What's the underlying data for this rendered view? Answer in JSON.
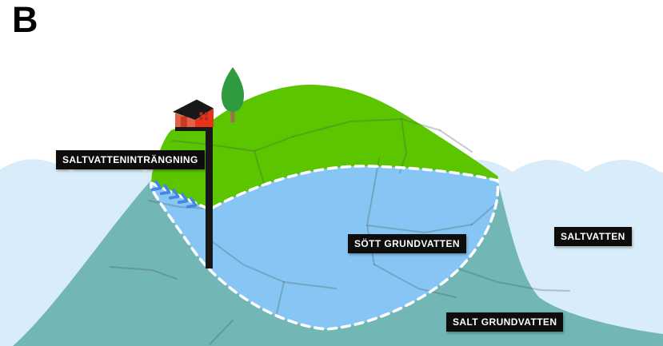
{
  "figure": {
    "panel_letter": "B",
    "labels": {
      "intrusion": "SALTVATTENINTRÄNGNING",
      "fresh_groundwater": "SÖTT GRUNDVATTEN",
      "saltwater": "SALTVATTEN",
      "salt_groundwater": "SALT GRUNDVATTEN"
    },
    "scene_elements": [
      "island-hill",
      "house-icon",
      "tree-icon",
      "well-icon",
      "freshwater-lens",
      "lens-dashed-border",
      "saltwater-sea",
      "salt-groundwater-bedrock",
      "intrusion-chevron-arrows",
      "bedrock-cracks"
    ]
  },
  "colors": {
    "hill-green": "#5bc500",
    "sea-blue": "#d9ecf9",
    "lens-blue": "#87c6f4",
    "rock-teal": "#72b7b5",
    "chevron-blue": "#4586e5",
    "dash-white": "#ffffff",
    "crack-gray": "#465a55",
    "label-bg": "#0d0d0d",
    "label-text": "#ffffff",
    "well-black": "#181818",
    "house-face-red": "#e06048",
    "house-gable-red": "#e73418",
    "house-door-red": "#c93a20",
    "house-window-red": "#b22b1b",
    "tree-green": "#2f9a3e",
    "trunk-brown": "#9c7153",
    "letter-black": "#000000"
  }
}
